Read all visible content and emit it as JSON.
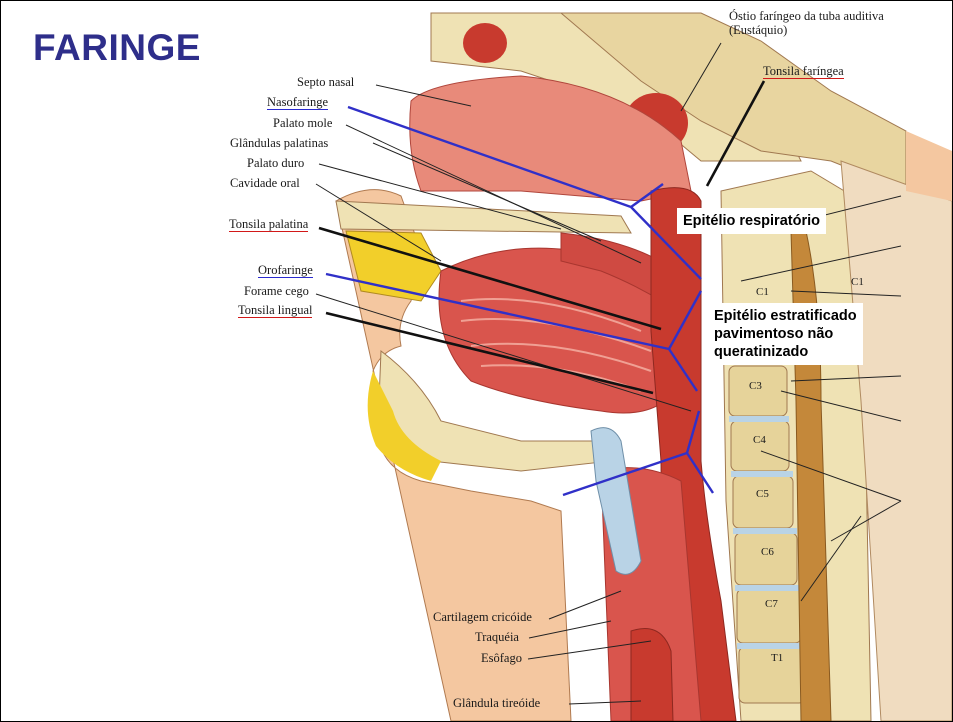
{
  "title": "FARINGE",
  "labels": {
    "ostio": "Óstio faríngeo da tuba auditiva",
    "ostio2": "(Eustáquio)",
    "tonsila_faringea": "Tonsila faríngea",
    "septo_nasal": "Septo nasal",
    "nasofaringe": "Nasofaringe",
    "palato_mole": "Palato mole",
    "glandulas_palatinas": "Glândulas palatinas",
    "palato_duro": "Palato duro",
    "cavidade_oral": "Cavidade oral",
    "tonsila_palatina": "Tonsila palatina",
    "orofaringe": "Orofaringe",
    "forame_cego": "Forame cego",
    "tonsila_lingual": "Tonsila lingual",
    "cartilagem_cricoide": "Cartilagem cricóide",
    "traqueia": "Traquéia",
    "esofago": "Esôfago",
    "glandula_tireoide": "Glândula tireóide"
  },
  "vertebrae": {
    "c1a": "C1",
    "c1b": "C1",
    "c3": "C3",
    "c4": "C4",
    "c5": "C5",
    "c6": "C6",
    "c7": "C7",
    "t1": "T1"
  },
  "epithelium": {
    "respiratorio": "Epitélio respiratório",
    "estratificado_1": "Epitélio estratificado",
    "estratificado_2": "pavimentoso não",
    "estratificado_3": "queratinizado"
  },
  "colors": {
    "title": "#2e2e8a",
    "blue_line": "#3030c8",
    "red_underline": "#d21818",
    "muscle": "#d9554d",
    "mucosa": "#e88a7a",
    "bone": "#efe2b4",
    "fat": "#f2cf2a",
    "cartilage": "#b9d3e6",
    "skin": "#f4c7a0"
  }
}
